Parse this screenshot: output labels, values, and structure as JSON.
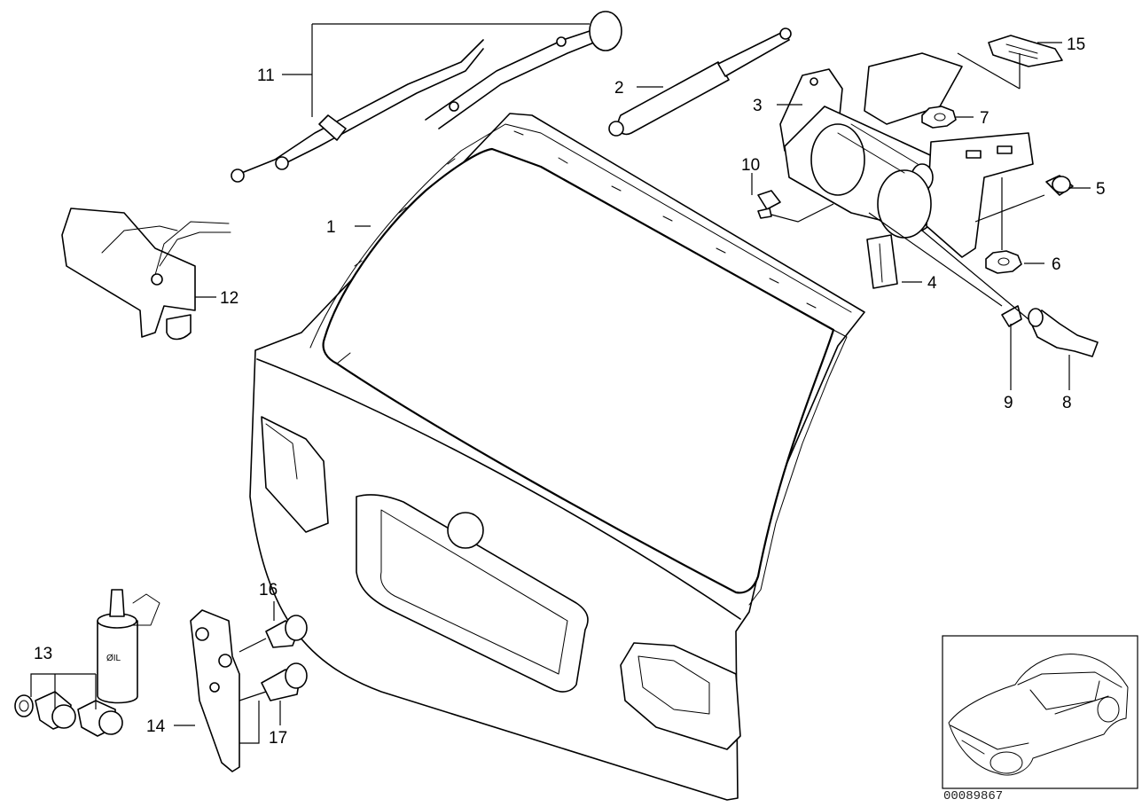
{
  "diagram_code": "00089867",
  "oil_marking": "ØIL",
  "callouts": [
    {
      "id": "c1",
      "label": "1"
    },
    {
      "id": "c2",
      "label": "2"
    },
    {
      "id": "c3",
      "label": "3"
    },
    {
      "id": "c4",
      "label": "4"
    },
    {
      "id": "c5",
      "label": "5"
    },
    {
      "id": "c6",
      "label": "6"
    },
    {
      "id": "c7",
      "label": "7"
    },
    {
      "id": "c8",
      "label": "8"
    },
    {
      "id": "c9",
      "label": "9"
    },
    {
      "id": "c10",
      "label": "10"
    },
    {
      "id": "c11",
      "label": "11"
    },
    {
      "id": "c12",
      "label": "12"
    },
    {
      "id": "c13",
      "label": "13"
    },
    {
      "id": "c14",
      "label": "14"
    },
    {
      "id": "c15",
      "label": "15"
    },
    {
      "id": "c16",
      "label": "16"
    },
    {
      "id": "c17",
      "label": "17"
    }
  ]
}
